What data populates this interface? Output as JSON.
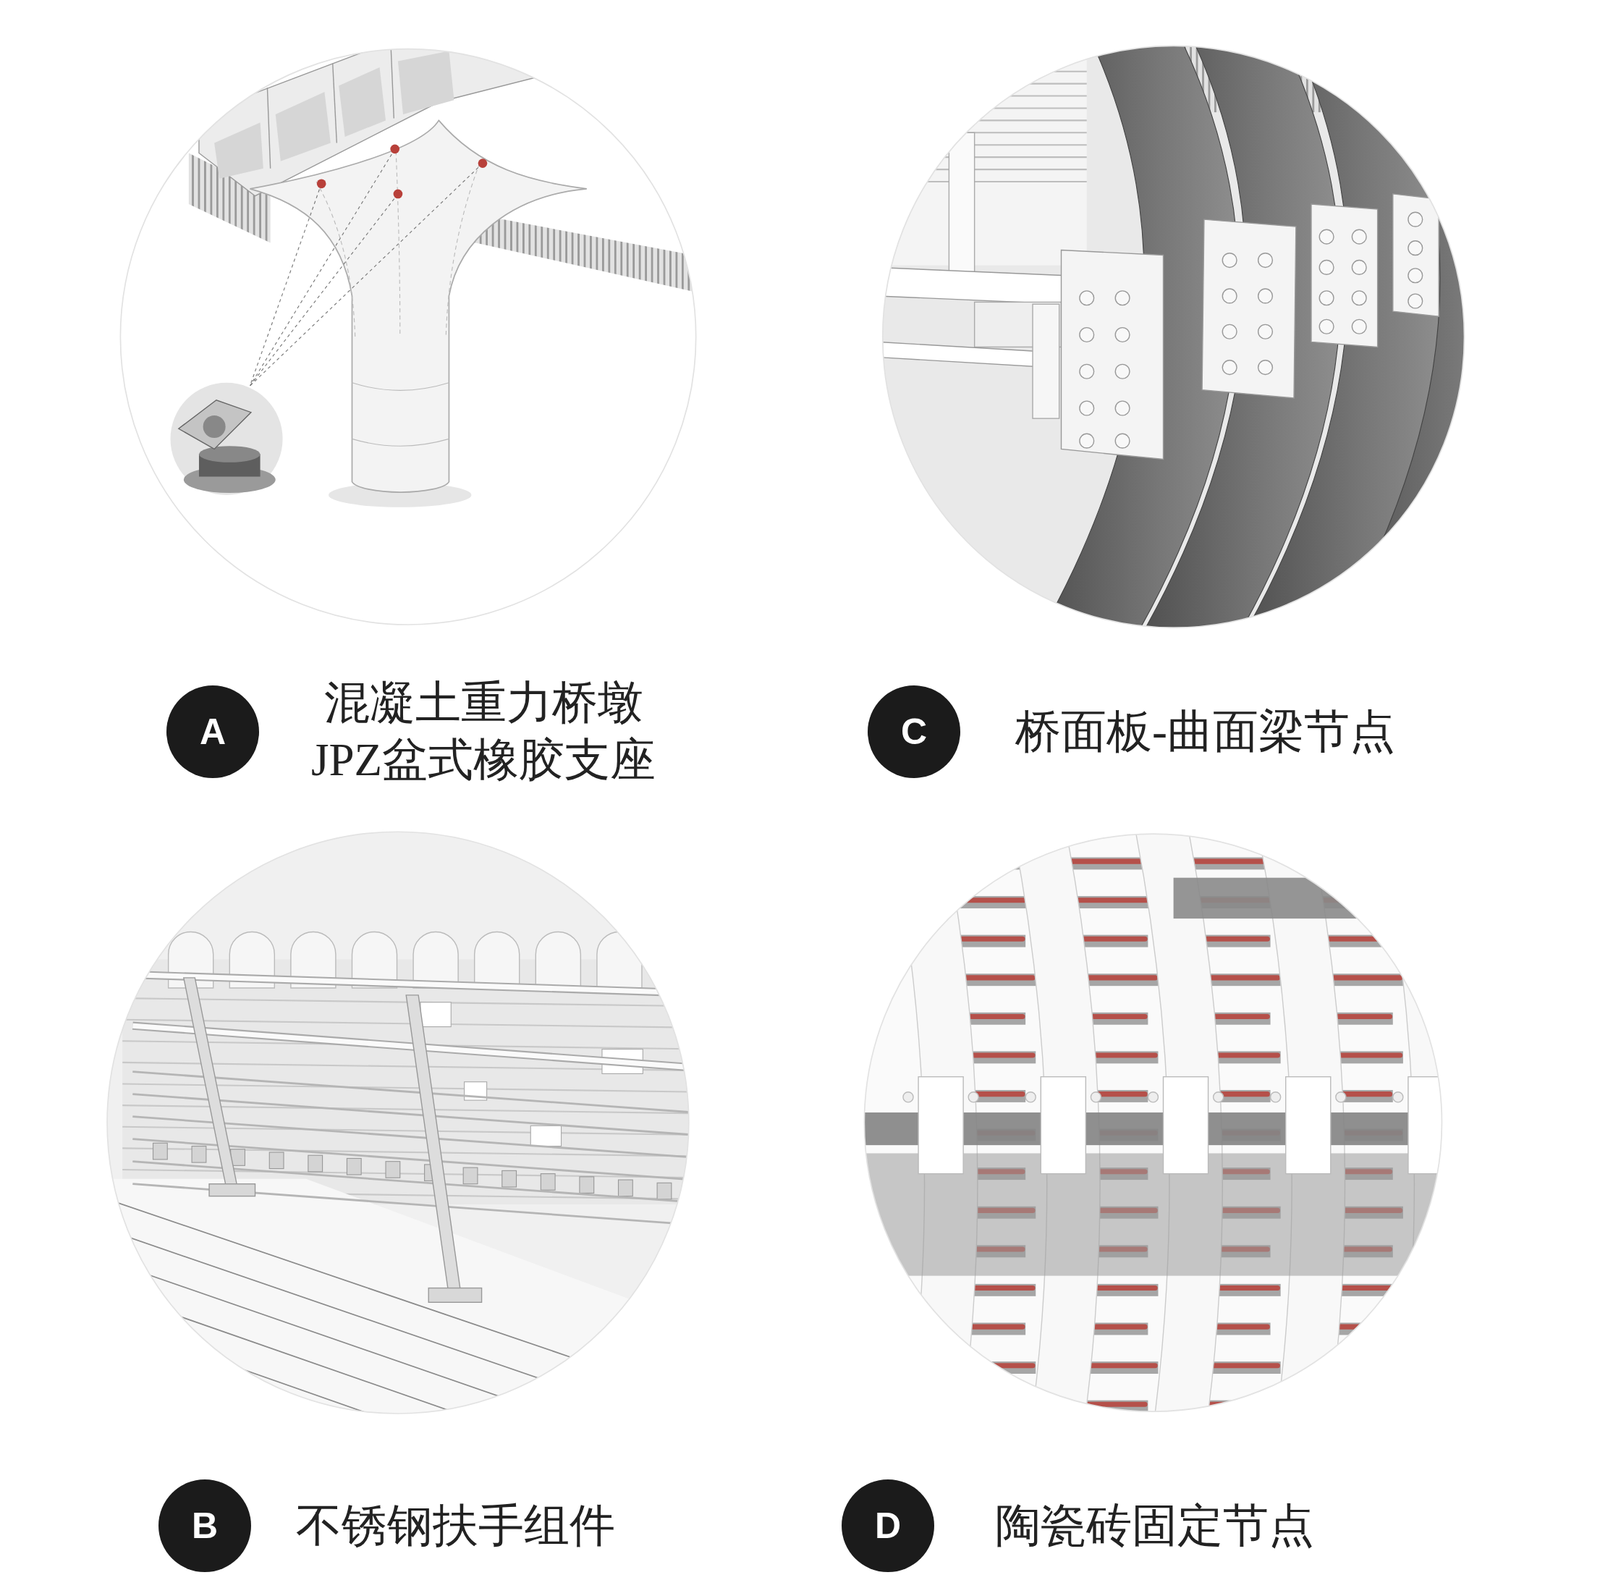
{
  "diagram": {
    "nodes": [
      {
        "text": [
          "A",
          "混凝土重力桥墩 JPZ盆式橡胶支座"
        ]
      },
      {
        "text": [
          "C",
          "桥面板-曲面梁节点"
        ]
      },
      {
        "text": [
          "B",
          "不锈钢扶手组件"
        ]
      },
      {
        "text": [
          "D",
          "陶瓷砖固定节点"
        ]
      }
    ]
  }
}
